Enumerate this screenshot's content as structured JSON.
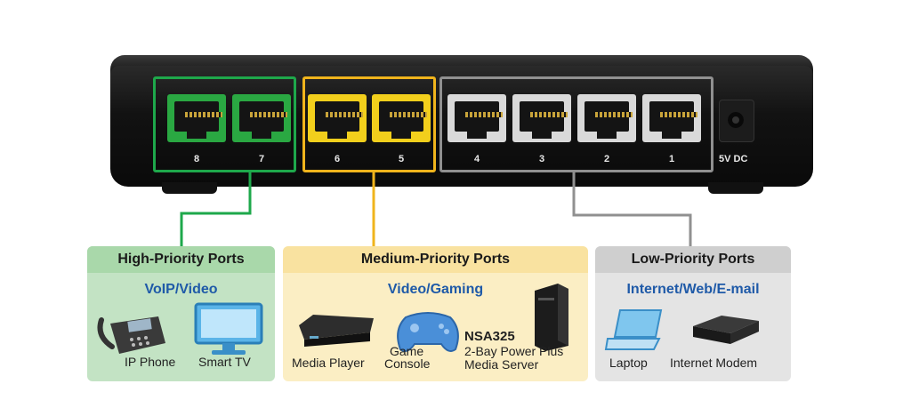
{
  "switch": {
    "port_labels": [
      "8",
      "7",
      "6",
      "5",
      "4",
      "3",
      "2",
      "1"
    ],
    "power_label": "5V DC"
  },
  "colors": {
    "high": "#1ea84b",
    "medium": "#f0b41c",
    "low": "#909090",
    "subtitle": "#1f5aa8"
  },
  "panels": {
    "high": {
      "title": "High-Priority Ports",
      "subtitle": "VoIP/Video",
      "devices": [
        "IP Phone",
        "Smart TV"
      ]
    },
    "medium": {
      "title": "Medium-Priority Ports",
      "subtitle": "Video/Gaming",
      "devices": [
        "Media Player",
        "Game",
        "Console"
      ],
      "nas_name": "NSA325",
      "nas_line1": "2-Bay Power Plus",
      "nas_line2": "Media Server"
    },
    "low": {
      "title": "Low-Priority Ports",
      "subtitle": "Internet/Web/E-mail",
      "devices": [
        "Laptop",
        "Internet Modem"
      ]
    }
  }
}
